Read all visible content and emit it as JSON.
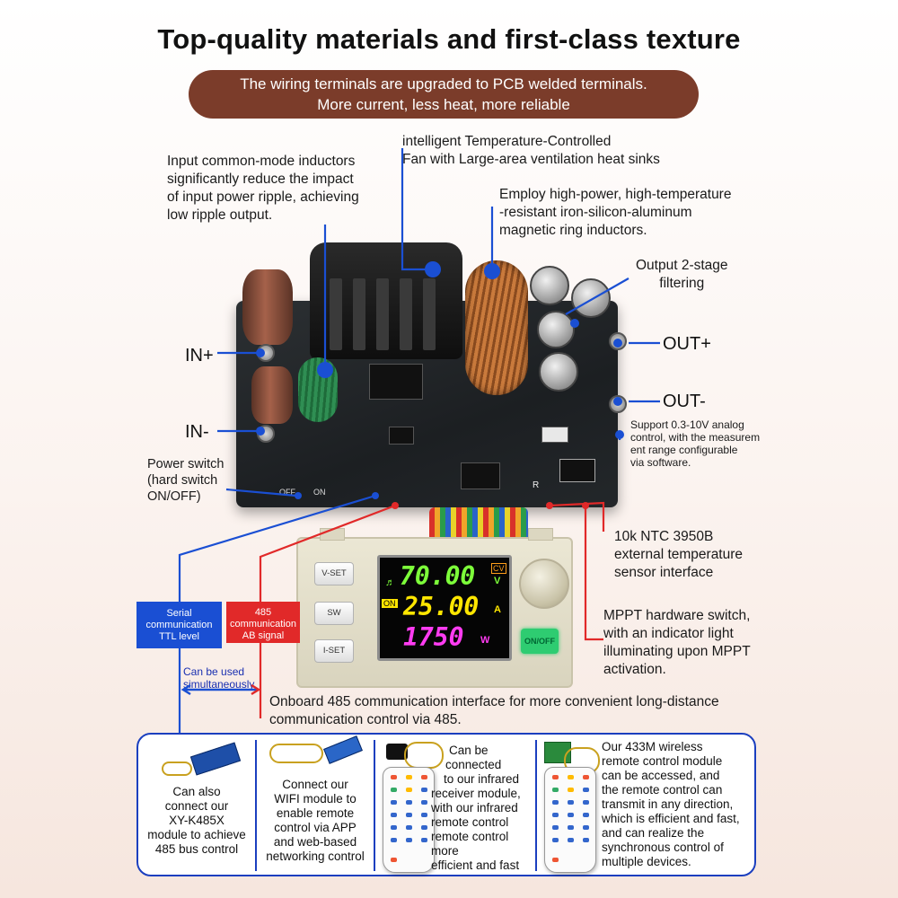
{
  "header": {
    "title": "Top-quality materials and first-class texture",
    "banner_line1": "The wiring terminals are upgraded to PCB welded terminals.",
    "banner_line2": "More current, less heat, more reliable"
  },
  "callouts": {
    "inductors": [
      "Input common-mode inductors",
      "significantly reduce the impact",
      "of input power ripple, achieving",
      "low ripple output."
    ],
    "fan": [
      "intelligent Temperature-Controlled",
      "Fan with Large-area ventilation heat sinks"
    ],
    "magnetic": [
      "Employ high-power, high-temperature",
      "-resistant iron-silicon-aluminum",
      "magnetic ring inductors."
    ],
    "filter": [
      "Output 2-stage",
      "filtering"
    ],
    "in_plus": "IN+",
    "in_minus": "IN-",
    "out_plus": "OUT+",
    "out_minus": "OUT-",
    "analog": [
      "Support 0.3-10V analog",
      "control, with the measurem",
      "ent range configurable",
      "via software."
    ],
    "power_switch": [
      "Power switch",
      "(hard switch",
      "ON/OFF)"
    ],
    "ntc": [
      "10k NTC 3950B",
      "external temperature",
      "sensor interface"
    ],
    "mppt": [
      "MPPT hardware switch,",
      "with an indicator light",
      "illuminating upon MPPT",
      "activation."
    ],
    "onboard485": [
      "Onboard 485 communication interface for more convenient long-distance",
      "communication control via 485."
    ]
  },
  "tags": {
    "serial": [
      "Serial",
      "communication",
      "TTL level"
    ],
    "rs485": [
      "485",
      "communication",
      "AB signal"
    ],
    "simultaneous": [
      "Can be used",
      "simultaneously"
    ]
  },
  "controller": {
    "buttons": [
      "V-SET",
      "SW",
      "I-SET"
    ],
    "onoff_label": "ON/OFF",
    "voltage": "70.00",
    "voltage_unit": "V",
    "cv_badge": "CV",
    "current": "25.00",
    "current_unit": "A",
    "on_badge": "ON",
    "power": "1750",
    "power_unit": "W"
  },
  "board": {
    "terminal_labels": [
      "OFF",
      "ON"
    ],
    "connector_label": "R"
  },
  "modules": [
    {
      "lines": [
        "Can also",
        "connect our",
        "XY-K485X",
        "module to achieve",
        "485 bus control"
      ]
    },
    {
      "lines": [
        "Connect our",
        "WIFI module to",
        "enable remote",
        "control via APP",
        "and web-based",
        "networking control"
      ]
    },
    {
      "lines": [
        "Can be",
        "connected",
        "to our infrared",
        "receiver module,",
        "with our infrared",
        "remote control",
        "remote control more",
        "efficient and fast"
      ]
    },
    {
      "lines": [
        "Our 433M wireless",
        "remote control module",
        "can be accessed, and",
        "the remote control can",
        "transmit in any direction,",
        "which is efficient and fast,",
        " and can realize the",
        "synchronous control of",
        "multiple devices."
      ]
    }
  ],
  "colors": {
    "banner": "#7b3c2a",
    "callout_line": "#1a4fd3",
    "signal_red": "#e12929",
    "lcd_green": "#7dff3a",
    "lcd_yellow": "#ffe600",
    "lcd_magenta": "#ff3cf2"
  }
}
